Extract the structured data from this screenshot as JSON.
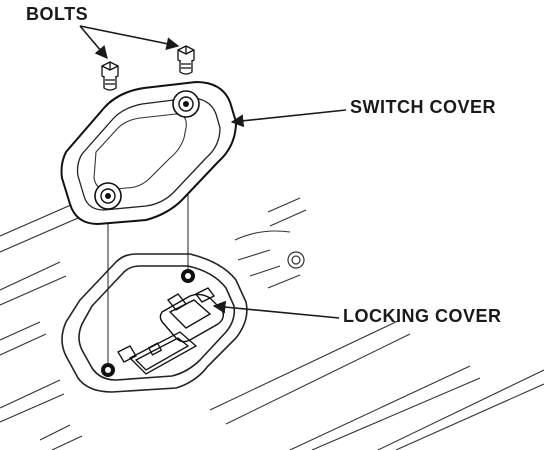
{
  "labels": {
    "bolts": "BOLTS",
    "switch_cover": "SWITCH COVER",
    "locking_cover": "LOCKING COVER"
  }
}
